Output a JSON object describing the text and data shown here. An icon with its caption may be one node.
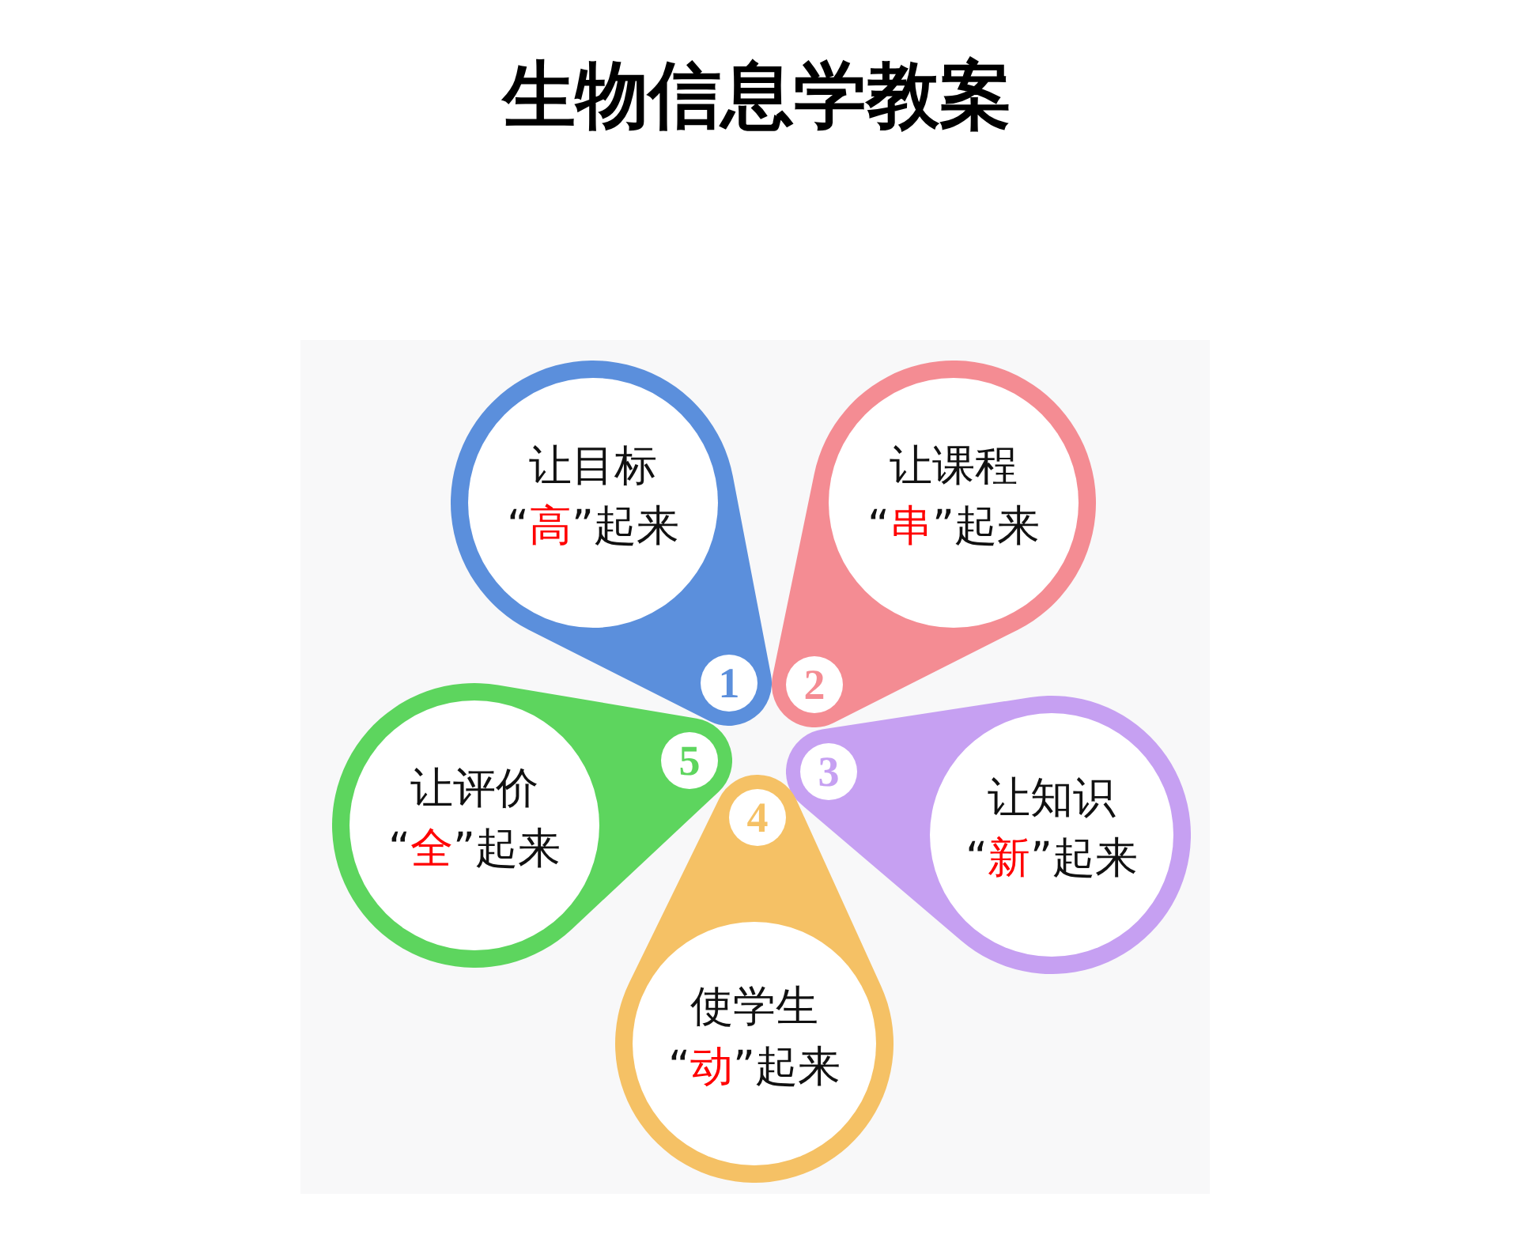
{
  "diagram": {
    "title": "生物信息学教案",
    "nodes": [
      {
        "text": [
          "让目标",
          "“高”起来"
        ]
      },
      {
        "text": [
          "1"
        ],
        "in": 0
      },
      {
        "text": [
          "让课程",
          "“串”起来"
        ]
      },
      {
        "text": [
          "2"
        ],
        "in": 2
      },
      {
        "text": [
          "让知识",
          "“新”起来"
        ]
      },
      {
        "text": [
          "3"
        ],
        "in": 4
      },
      {
        "text": [
          "使学生",
          "“动”起来"
        ]
      },
      {
        "text": [
          "4"
        ],
        "in": 6
      },
      {
        "text": [
          "让评价",
          "“全”起来"
        ]
      },
      {
        "text": [
          "5"
        ],
        "in": 8
      }
    ]
  }
}
